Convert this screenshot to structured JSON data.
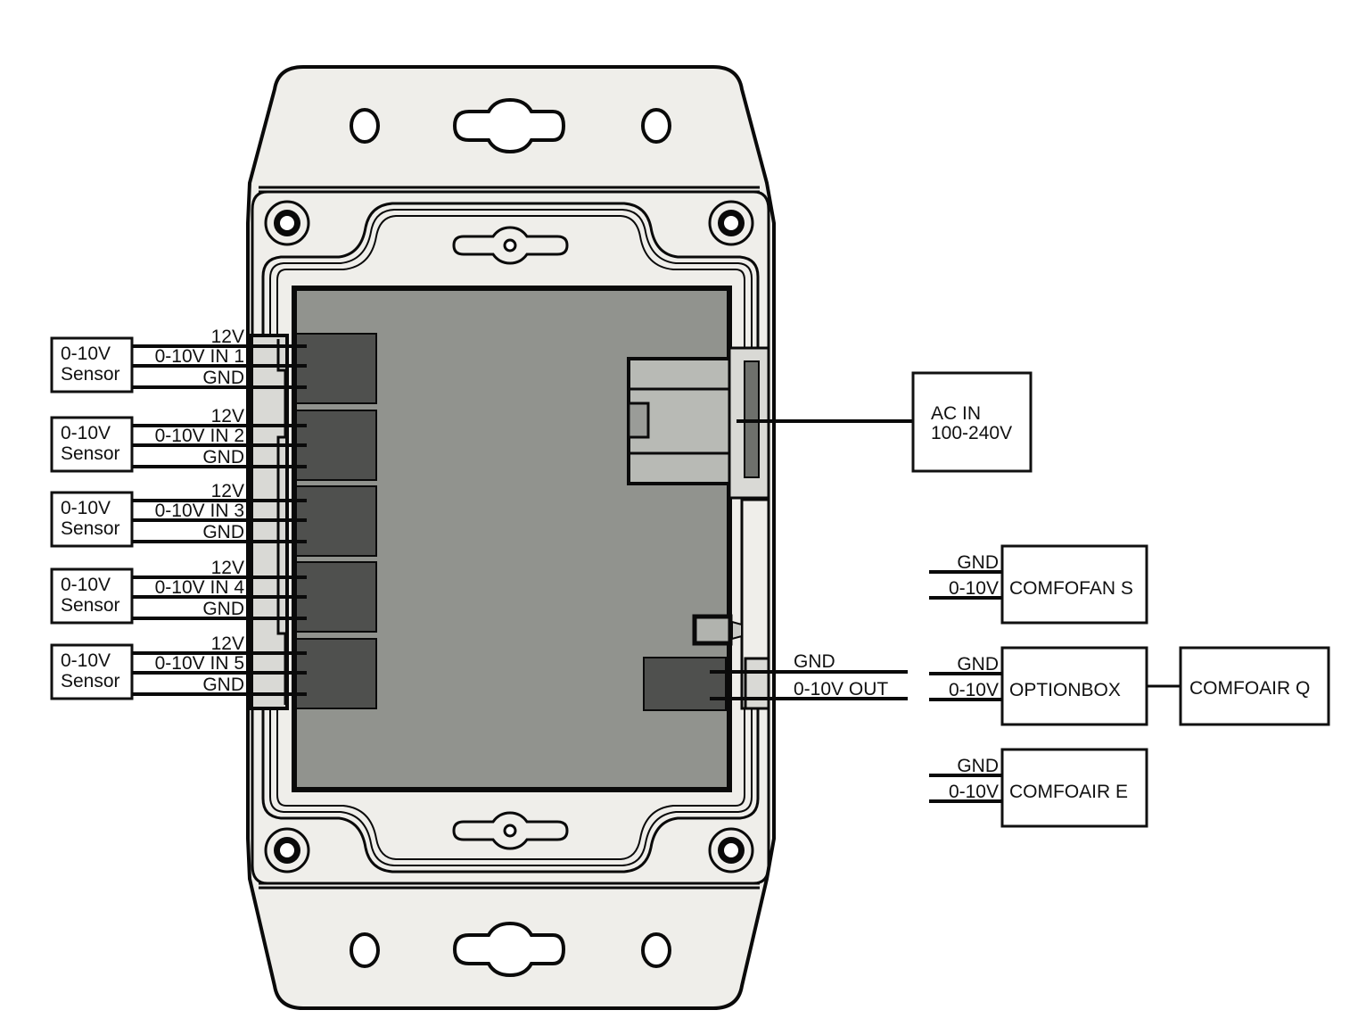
{
  "diagram": {
    "device": {
      "name": "controller-housing",
      "terminals_left": 5,
      "terminals_right": 1
    },
    "sensors": [
      {
        "label_line1": "0-10V",
        "label_line2": "Sensor",
        "pins": [
          "12V",
          "0-10V IN 1",
          "GND"
        ]
      },
      {
        "label_line1": "0-10V",
        "label_line2": "Sensor",
        "pins": [
          "12V",
          "0-10V IN 2",
          "GND"
        ]
      },
      {
        "label_line1": "0-10V",
        "label_line2": "Sensor",
        "pins": [
          "12V",
          "0-10V IN 3",
          "GND"
        ]
      },
      {
        "label_line1": "0-10V",
        "label_line2": "Sensor",
        "pins": [
          "12V",
          "0-10V IN 4",
          "GND"
        ]
      },
      {
        "label_line1": "0-10V",
        "label_line2": "Sensor",
        "pins": [
          "12V",
          "0-10V IN 5",
          "GND"
        ]
      }
    ],
    "power": {
      "line1": "AC IN",
      "line2": "100-240V"
    },
    "output": {
      "pins": [
        "GND",
        "0-10V OUT"
      ]
    },
    "targets": [
      {
        "label": "COMFOFAN S",
        "pins": [
          "GND",
          "0-10V"
        ]
      },
      {
        "label": "OPTIONBOX",
        "pins": [
          "GND",
          "0-10V"
        ],
        "connects_to": "COMFOAIR Q"
      },
      {
        "label": "COMFOAIR E",
        "pins": [
          "GND",
          "0-10V"
        ]
      }
    ],
    "downstream": {
      "label": "COMFOAIR Q"
    },
    "colors": {
      "housing": "#efeeea",
      "lid": "#91938e",
      "terminal": "#4f504e",
      "rail": "#d9d9d5",
      "line": "#0a0a0a"
    }
  }
}
